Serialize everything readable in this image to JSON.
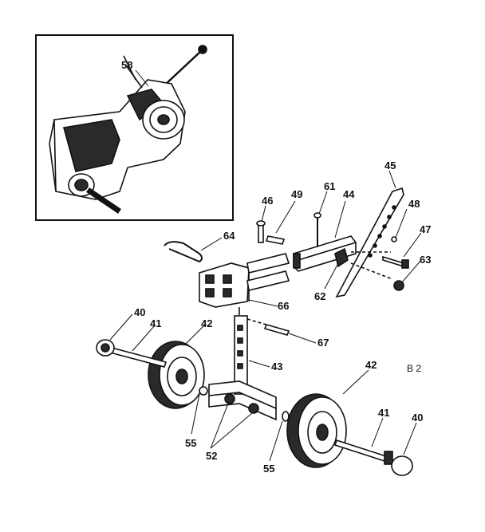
{
  "diagram": {
    "sheet_code": "B 2",
    "callouts": [
      "58",
      "46",
      "49",
      "61",
      "44",
      "45",
      "48",
      "47",
      "64",
      "63",
      "62",
      "66",
      "40",
      "41",
      "42",
      "67",
      "43",
      "55",
      "52",
      "42",
      "41",
      "40",
      "55"
    ]
  },
  "colors": {
    "ink": "#111111",
    "paper": "#ffffff",
    "shade": "#2a2a2a"
  }
}
